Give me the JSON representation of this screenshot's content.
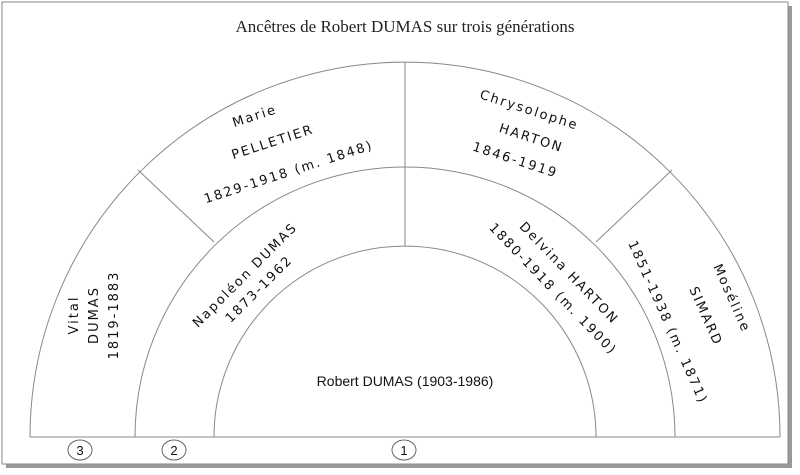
{
  "title": "Ancêtres de Robert DUMAS sur trois générations",
  "root": {
    "label": "Robert DUMAS (1903-1986)"
  },
  "generation_badges": [
    "3",
    "2",
    "1"
  ],
  "parents": {
    "father": {
      "line1": "Napoléon DUMAS",
      "line2": "1873-1962"
    },
    "mother": {
      "line1": "Delvina HARTON",
      "line2": "1880-1918 (m. 1900)"
    }
  },
  "grandparents": {
    "pat_grandfather": {
      "line1": "Vital",
      "line2": "DUMAS",
      "line3": "1819-1883"
    },
    "pat_grandmother": {
      "line1": "Marie",
      "line2": "PELLETIER",
      "line3": "1829-1918 (m. 1848)"
    },
    "mat_grandfather": {
      "line1": "Chrysolophe",
      "line2": "HARTON",
      "line3": "1846-1919"
    },
    "mat_grandmother": {
      "line1": "Moséline",
      "line2": "SIMARD",
      "line3": "1851-1938 (m. 1871)"
    }
  }
}
